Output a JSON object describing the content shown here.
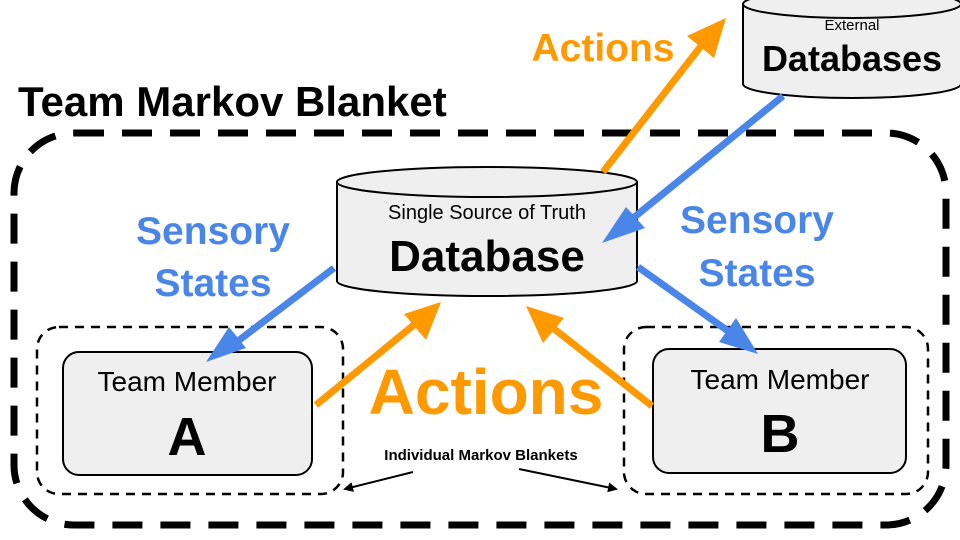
{
  "title": "Team Markov Blanket",
  "central_db": {
    "subtitle": "Single Source of Truth",
    "label": "Database"
  },
  "external_db": {
    "subtitle": "External",
    "label": "Databases"
  },
  "member_a": {
    "line1": "Team Member",
    "line2": "A"
  },
  "member_b": {
    "line1": "Team Member",
    "line2": "B"
  },
  "labels": {
    "actions_top": "Actions",
    "actions_center": "Actions",
    "sensory_left_1": "Sensory",
    "sensory_left_2": "States",
    "sensory_right_1": "Sensory",
    "sensory_right_2": "States",
    "individual_blankets": "Individual Markov Blankets"
  },
  "colors": {
    "actions": "#FF9900",
    "sensory": "#4A86E8",
    "box_fill": "#EFEFEF",
    "stroke": "#000000"
  }
}
